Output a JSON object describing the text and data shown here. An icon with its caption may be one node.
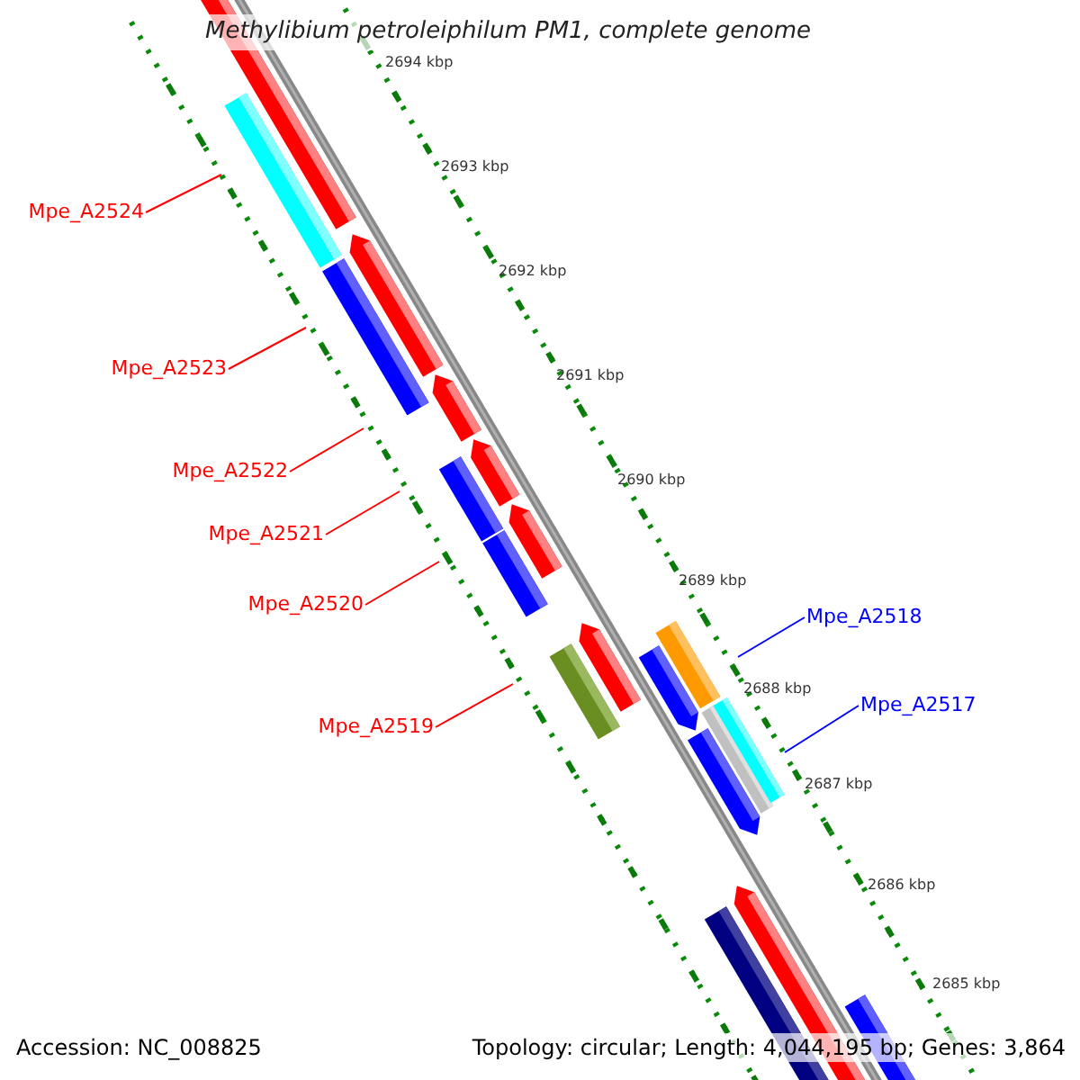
{
  "diagram": {
    "title": "Methylibium petroleiphilum PM1, complete genome",
    "nodes": [
      {
        "text": [
          "Mpe_A2524"
        ]
      },
      {
        "text": [
          "Mpe_A2523"
        ]
      },
      {
        "text": [
          "Mpe_A2522"
        ]
      },
      {
        "text": [
          "Mpe_A2521"
        ]
      },
      {
        "text": [
          "Mpe_A2520"
        ]
      },
      {
        "text": [
          "Mpe_A2519"
        ]
      },
      {
        "text": [
          "Mpe_A2518"
        ]
      },
      {
        "text": [
          "Mpe_A2517"
        ]
      }
    ],
    "edges": [
      {
        "from": 0,
        "to": null,
        "arrow": "none"
      },
      {
        "from": 1,
        "to": null,
        "arrow": "none"
      },
      {
        "from": 2,
        "to": null,
        "arrow": "none"
      },
      {
        "from": 3,
        "to": null,
        "arrow": "none"
      },
      {
        "from": 4,
        "to": null,
        "arrow": "none"
      },
      {
        "from": 5,
        "to": null,
        "arrow": "none"
      },
      {
        "from": 6,
        "to": null,
        "arrow": "none",
        "color": "#0000ff"
      },
      {
        "from": 7,
        "to": null,
        "arrow": "none",
        "color": "#0000ff"
      }
    ],
    "labels": [
      "2694 kbp",
      "2693 kbp",
      "2692 kbp",
      "2691 kbp",
      "2690 kbp",
      "2689 kbp",
      "2688 kbp",
      "2687 kbp",
      "2686 kbp",
      "2685 kbp",
      "Accession: NC_008825",
      "Topology: circular; Length: 4,044,195 bp; Genes: 3,864"
    ]
  }
}
